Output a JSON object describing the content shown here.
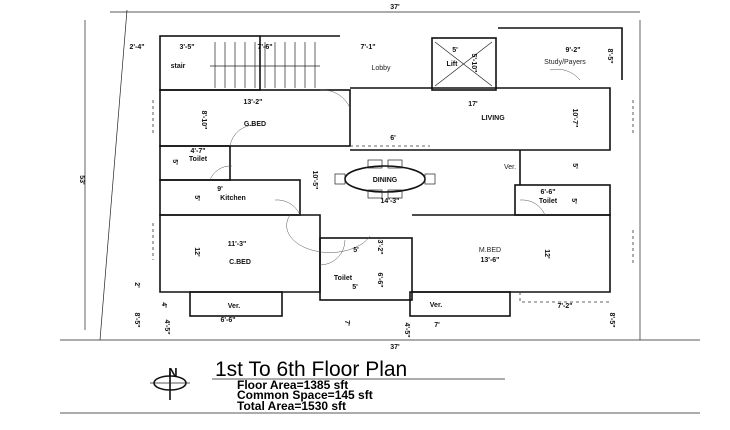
{
  "plan": {
    "title": "1st To 6th Floor Plan",
    "floor_area": "Floor  Area=1385 sft",
    "common_space": "Common Space=145 sft",
    "total_area": "Total  Area=1530 sft",
    "north": "N"
  },
  "dimensions": {
    "top_width": "37'",
    "bottom_width": "37'",
    "left_depth": "53'",
    "d_2_4": "2'-4\"",
    "d_3_5": "3'-5\"",
    "d_7_6": "7'-6\"",
    "d_7_1": "7'-1\"",
    "lift_w": "5'",
    "lift_h": "5'-10\"",
    "study_w": "9'-2\"",
    "study_h": "8'-5\"",
    "gbed_w": "13'-2\"",
    "gbed_h": "8'-10\"",
    "living_w": "17'",
    "living_h": "10'-7\"",
    "six": "6'",
    "toilet1_w": "4'-7\"",
    "toilet1_h": "5'",
    "ver1_h": "5'",
    "dining_h": "10'-5\"",
    "dining_w": "14'-3\"",
    "kitchen_w": "9'",
    "kitchen_h": "5'",
    "toilet2_w": "6'-6\"",
    "toilet2_h": "5'",
    "cbed_w": "11'-3\"",
    "cbed_h": "12'",
    "toilet3_w": "5'",
    "toilet3_h": "3'-2\"",
    "mbed_w": "13'-6\"",
    "mbed_h": "12'",
    "toilet3_w2": "5'",
    "toilet3_h2": "6'-6\"",
    "two": "2'",
    "four": "4'",
    "ver_l_w": "6'-6\"",
    "ver_r_w": "7'",
    "ver_rr_w": "7'-2\"",
    "left_85": "8'-5\"",
    "left_45": "4'-5\"",
    "seven": "7'",
    "mid_45": "4'-5\"",
    "right_85": "8'-5\""
  },
  "rooms": {
    "stair": "stair",
    "lobby": "Lobby",
    "lift": "Lift",
    "study": "Study/Payers",
    "gbed": "G.BED",
    "living": "LIVING",
    "toilet1": "Toilet",
    "ver1": "Ver.",
    "dining": "DINING",
    "kitchen": "Kitchen",
    "toilet2": "Toilet",
    "cbed": "C.BED",
    "mbed": "M.BED",
    "toilet3": "Toilet",
    "ver_left": "Ver.",
    "ver_right": "Ver."
  }
}
